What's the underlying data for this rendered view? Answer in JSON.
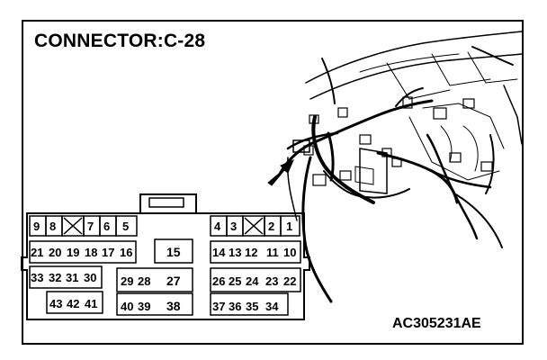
{
  "diagram": {
    "title": "CONNECTOR:C-28",
    "figure_code": "AC305231AE",
    "connector": {
      "row1": [
        "9",
        "8",
        "X",
        "7",
        "6",
        "5",
        "4",
        "3",
        "X",
        "2",
        "1"
      ],
      "row2": [
        "21",
        "20",
        "19",
        "18",
        "17",
        "16",
        "15",
        "14",
        "13",
        "12",
        "11",
        "10"
      ],
      "row3": [
        "33",
        "32",
        "31",
        "30",
        "29",
        "28",
        "27",
        "26",
        "25",
        "24",
        "23",
        "22"
      ],
      "row4": [
        "43",
        "42",
        "41",
        "40",
        "39",
        "38",
        "37",
        "36",
        "35",
        "34"
      ]
    }
  }
}
